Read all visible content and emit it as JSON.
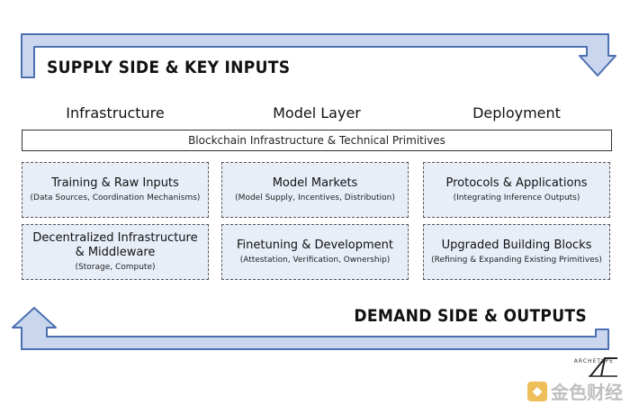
{
  "supply": {
    "title": "SUPPLY SIDE & KEY INPUTS"
  },
  "demand": {
    "title": "DEMAND SIDE & OUTPUTS"
  },
  "columns": [
    "Infrastructure",
    "Model Layer",
    "Deployment"
  ],
  "infra_bar": "Blockchain Infrastructure & Technical Primitives",
  "boxes": [
    {
      "title": "Training & Raw Inputs",
      "subtitle": "(Data Sources, Coordination Mechanisms)"
    },
    {
      "title": "Model Markets",
      "subtitle": "(Model Supply, Incentives, Distribution)"
    },
    {
      "title": "Protocols & Applications",
      "subtitle": "(Integrating Inference Outputs)"
    },
    {
      "title_line1": "Decentralized Infrastructure",
      "title_line2": "& Middleware",
      "subtitle": "(Storage, Compute)"
    },
    {
      "title": "Finetuning & Development",
      "subtitle": "(Attestation, Verification, Ownership)"
    },
    {
      "title": "Upgraded Building Blocks",
      "subtitle": "(Refining & Expanding Existing Primitives)"
    }
  ],
  "brand": {
    "text": "ARCHETYPE"
  },
  "watermark": {
    "text": "金色财经"
  },
  "colors": {
    "arrow_fill": "#c9d6ee",
    "arrow_stroke": "#4b6fb0",
    "box_fill": "#e8eef8"
  }
}
